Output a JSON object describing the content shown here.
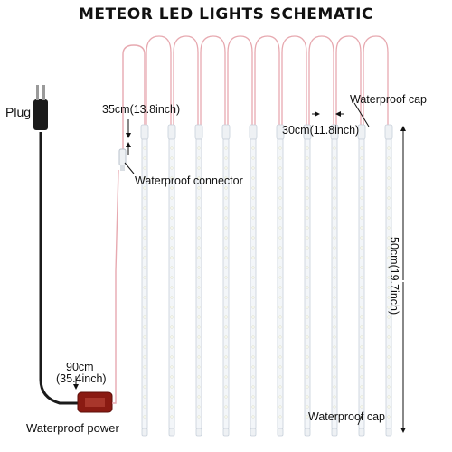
{
  "title": "METEOR LED LIGHTS SCHEMATIC",
  "labels": {
    "plug": "Plug",
    "waterproof_cap_top": "Waterproof cap",
    "waterproof_cap_bottom": "Waterproof cap",
    "waterproof_connector": "Waterproof connector",
    "waterproof_power": "Waterproof power",
    "lead_35": "35cm(13.8inch)",
    "gap_30": "30cm(11.8inch)",
    "tube_50": "50cm(19.7inch)",
    "cable_90_cm": "90cm",
    "cable_90_in": "(35.4inch)"
  },
  "tube_count": 10,
  "colors": {
    "wire_pink": "#e7a9b0",
    "tube_fill": "#f3f6f9",
    "tube_edge": "#c7d0da",
    "cap_fill": "#eef1f4",
    "led": "#fdfdf2",
    "cable_black": "#1b1b1b",
    "power_box": "#8a1a12",
    "arrow": "#111111"
  },
  "icons": [
    "plug-icon",
    "power-box-icon"
  ]
}
